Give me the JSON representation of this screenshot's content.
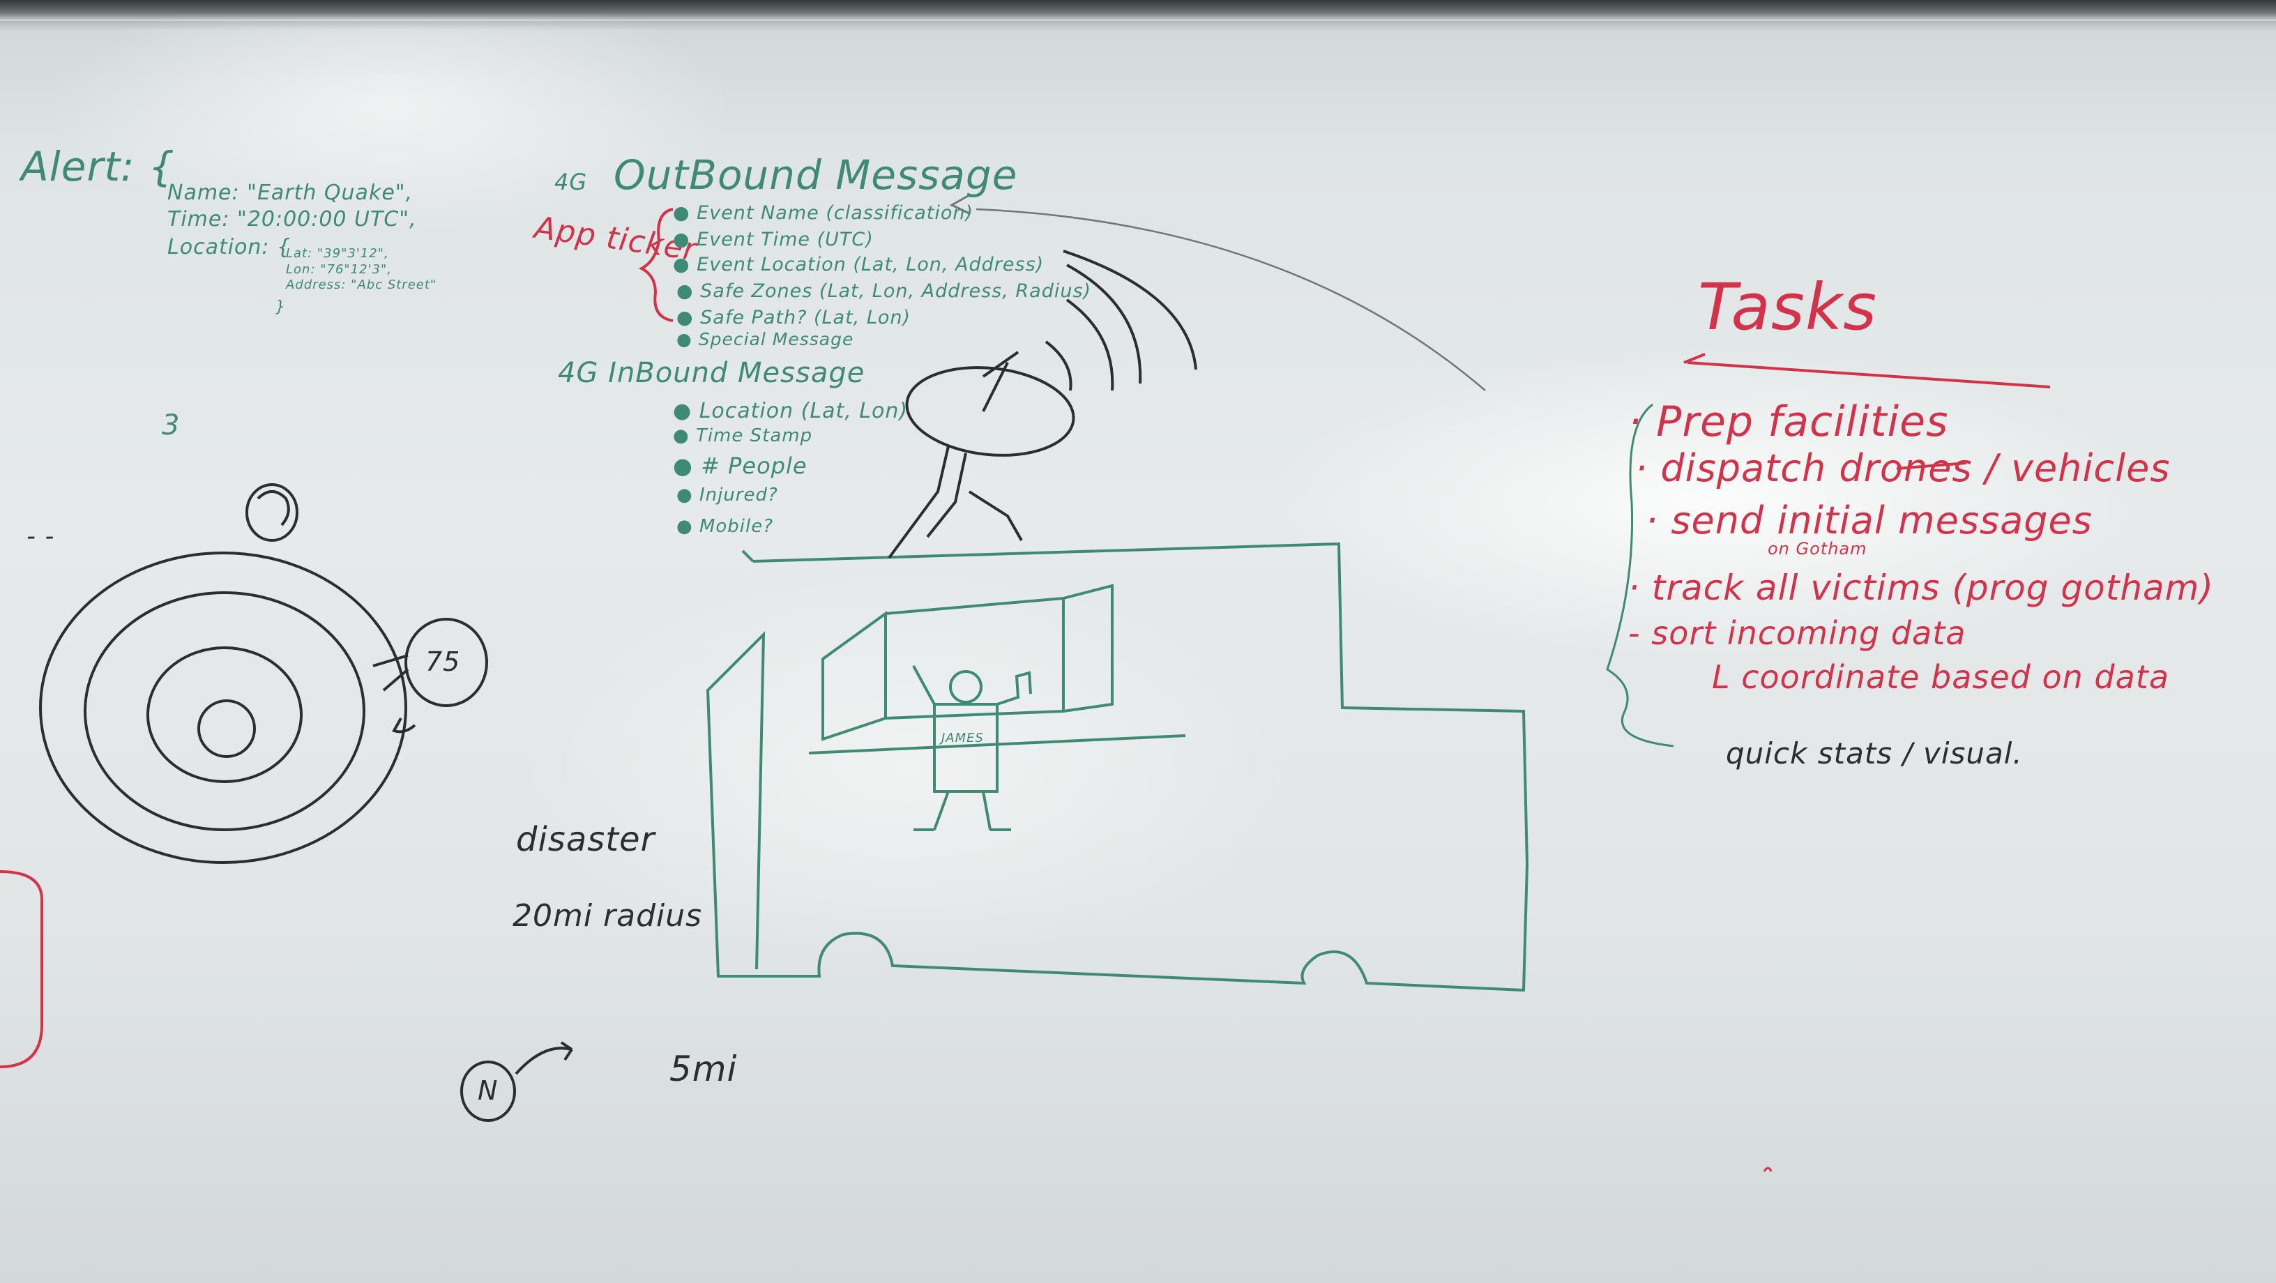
{
  "alert": {
    "title": "Alert: {",
    "name": "Name: \"Earth Quake\",",
    "time": "Time: \"20:00:00 UTC\",",
    "location": "Location: {",
    "lat": "Lat: \"39\"3'12\",",
    "lon": "Lon: \"76\"12'3\",",
    "address": "Address: \"Abc Street\"",
    "close": "}"
  },
  "outbound": {
    "prefix": "4G",
    "title": "OutBound Message",
    "side_label": "App ticker",
    "items": [
      "Event Name (classification)",
      "Event Time (UTC)",
      "Event Location (Lat, Lon, Address)",
      "Safe Zones (Lat, Lon, Address, Radius)",
      "Safe Path? (Lat, Lon)",
      "Special Message"
    ]
  },
  "inbound": {
    "title": "4G InBound Message",
    "items": [
      "Location (Lat, Lon)",
      "Time Stamp",
      "# People",
      "Injured?",
      "Mobile?"
    ]
  },
  "tasks": {
    "title": "Tasks",
    "items": [
      "Prep facilities",
      "dispatch drones / vehicles",
      "send initial messages",
      "track all victims (prog gotham)",
      "sort incoming data"
    ],
    "initial_note": "on Gotham",
    "sub_item": "L coordinate based on data",
    "footer": "quick stats / visual."
  },
  "sketch": {
    "disaster_label": "disaster",
    "radius_label": "20mi radius",
    "five_mi_label": "5mi",
    "circle_75_label": "75",
    "circle_n_label": "N",
    "truck_badge": "JAMES",
    "three_label": "3",
    "dash_label": "- -"
  },
  "colors": {
    "green_marker": "#3f8a74",
    "red_marker": "#d2334a",
    "black_marker": "#2a2e2e",
    "board": "#e4e8e8"
  }
}
